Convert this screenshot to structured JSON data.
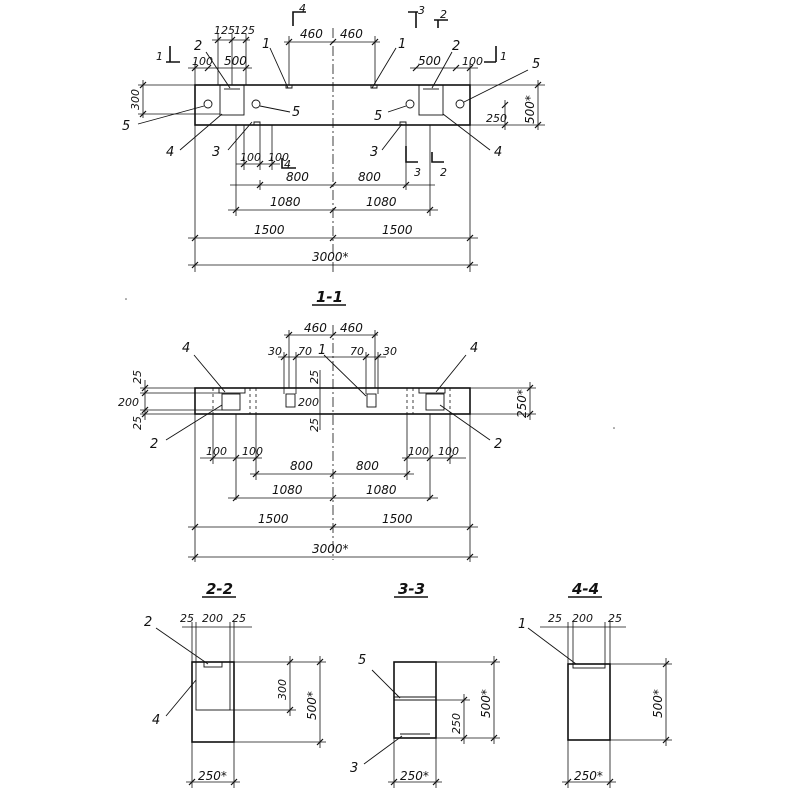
{
  "plan": {
    "dims": {
      "d125a": "125",
      "d125b": "125",
      "d460l": "460",
      "d460r": "460",
      "d500l": "500",
      "d500r": "500",
      "d100l": "100",
      "d100r": "100",
      "d300": "300",
      "d500v": "500*",
      "d250": "250",
      "d100a": "100",
      "d100b": "100",
      "d800l": "800",
      "d800r": "800",
      "d1080l": "1080",
      "d1080r": "1080",
      "d1500l": "1500",
      "d1500r": "1500",
      "d3000": "3000*"
    },
    "marks": {
      "m1a": "1",
      "m1b": "1",
      "m2a": "2",
      "m2b": "2",
      "m3a": "3",
      "m3b": "3",
      "m4a": "4",
      "m4b": "4",
      "m5a": "5",
      "m5b": "5",
      "m5c": "5",
      "m5d": "5"
    },
    "cuts": {
      "c1l": "1",
      "c1r": "1",
      "c4t": "4",
      "c4b": "4",
      "c3t": "3",
      "c2t": "2",
      "c3b": "3",
      "c2b": "2"
    }
  },
  "section11": {
    "title": "1-1",
    "dims": {
      "d460l": "460",
      "d460r": "460",
      "d30l": "30",
      "d70l": "70",
      "d70r": "70",
      "d30r": "30",
      "d25t": "25",
      "d200": "200",
      "d25b": "25",
      "d25c": "25",
      "d200c": "200",
      "d25d": "25",
      "d250": "250*",
      "d100a": "100",
      "d100b": "100",
      "d100c": "100",
      "d100d": "100",
      "d800l": "800",
      "d800r": "800",
      "d1080l": "1080",
      "d1080r": "1080",
      "d1500l": "1500",
      "d1500r": "1500",
      "d3000": "3000*"
    },
    "marks": {
      "m4l": "4",
      "m4r": "4",
      "m2l": "2",
      "m2r": "2",
      "m1": "1"
    }
  },
  "section22": {
    "title": "2-2",
    "dims": {
      "d25a": "25",
      "d200": "200",
      "d25b": "25",
      "d300": "300",
      "d500": "500*",
      "d250": "250*"
    },
    "marks": {
      "m2": "2",
      "m4": "4"
    }
  },
  "section33": {
    "title": "3-3",
    "dims": {
      "d250v": "250",
      "d500": "500*",
      "d250": "250*"
    },
    "marks": {
      "m5": "5",
      "m3": "3"
    }
  },
  "section44": {
    "title": "4-4",
    "dims": {
      "d25a": "25",
      "d200": "200",
      "d25b": "25",
      "d500": "500*",
      "d250": "250*"
    },
    "marks": {
      "m1": "1"
    }
  }
}
